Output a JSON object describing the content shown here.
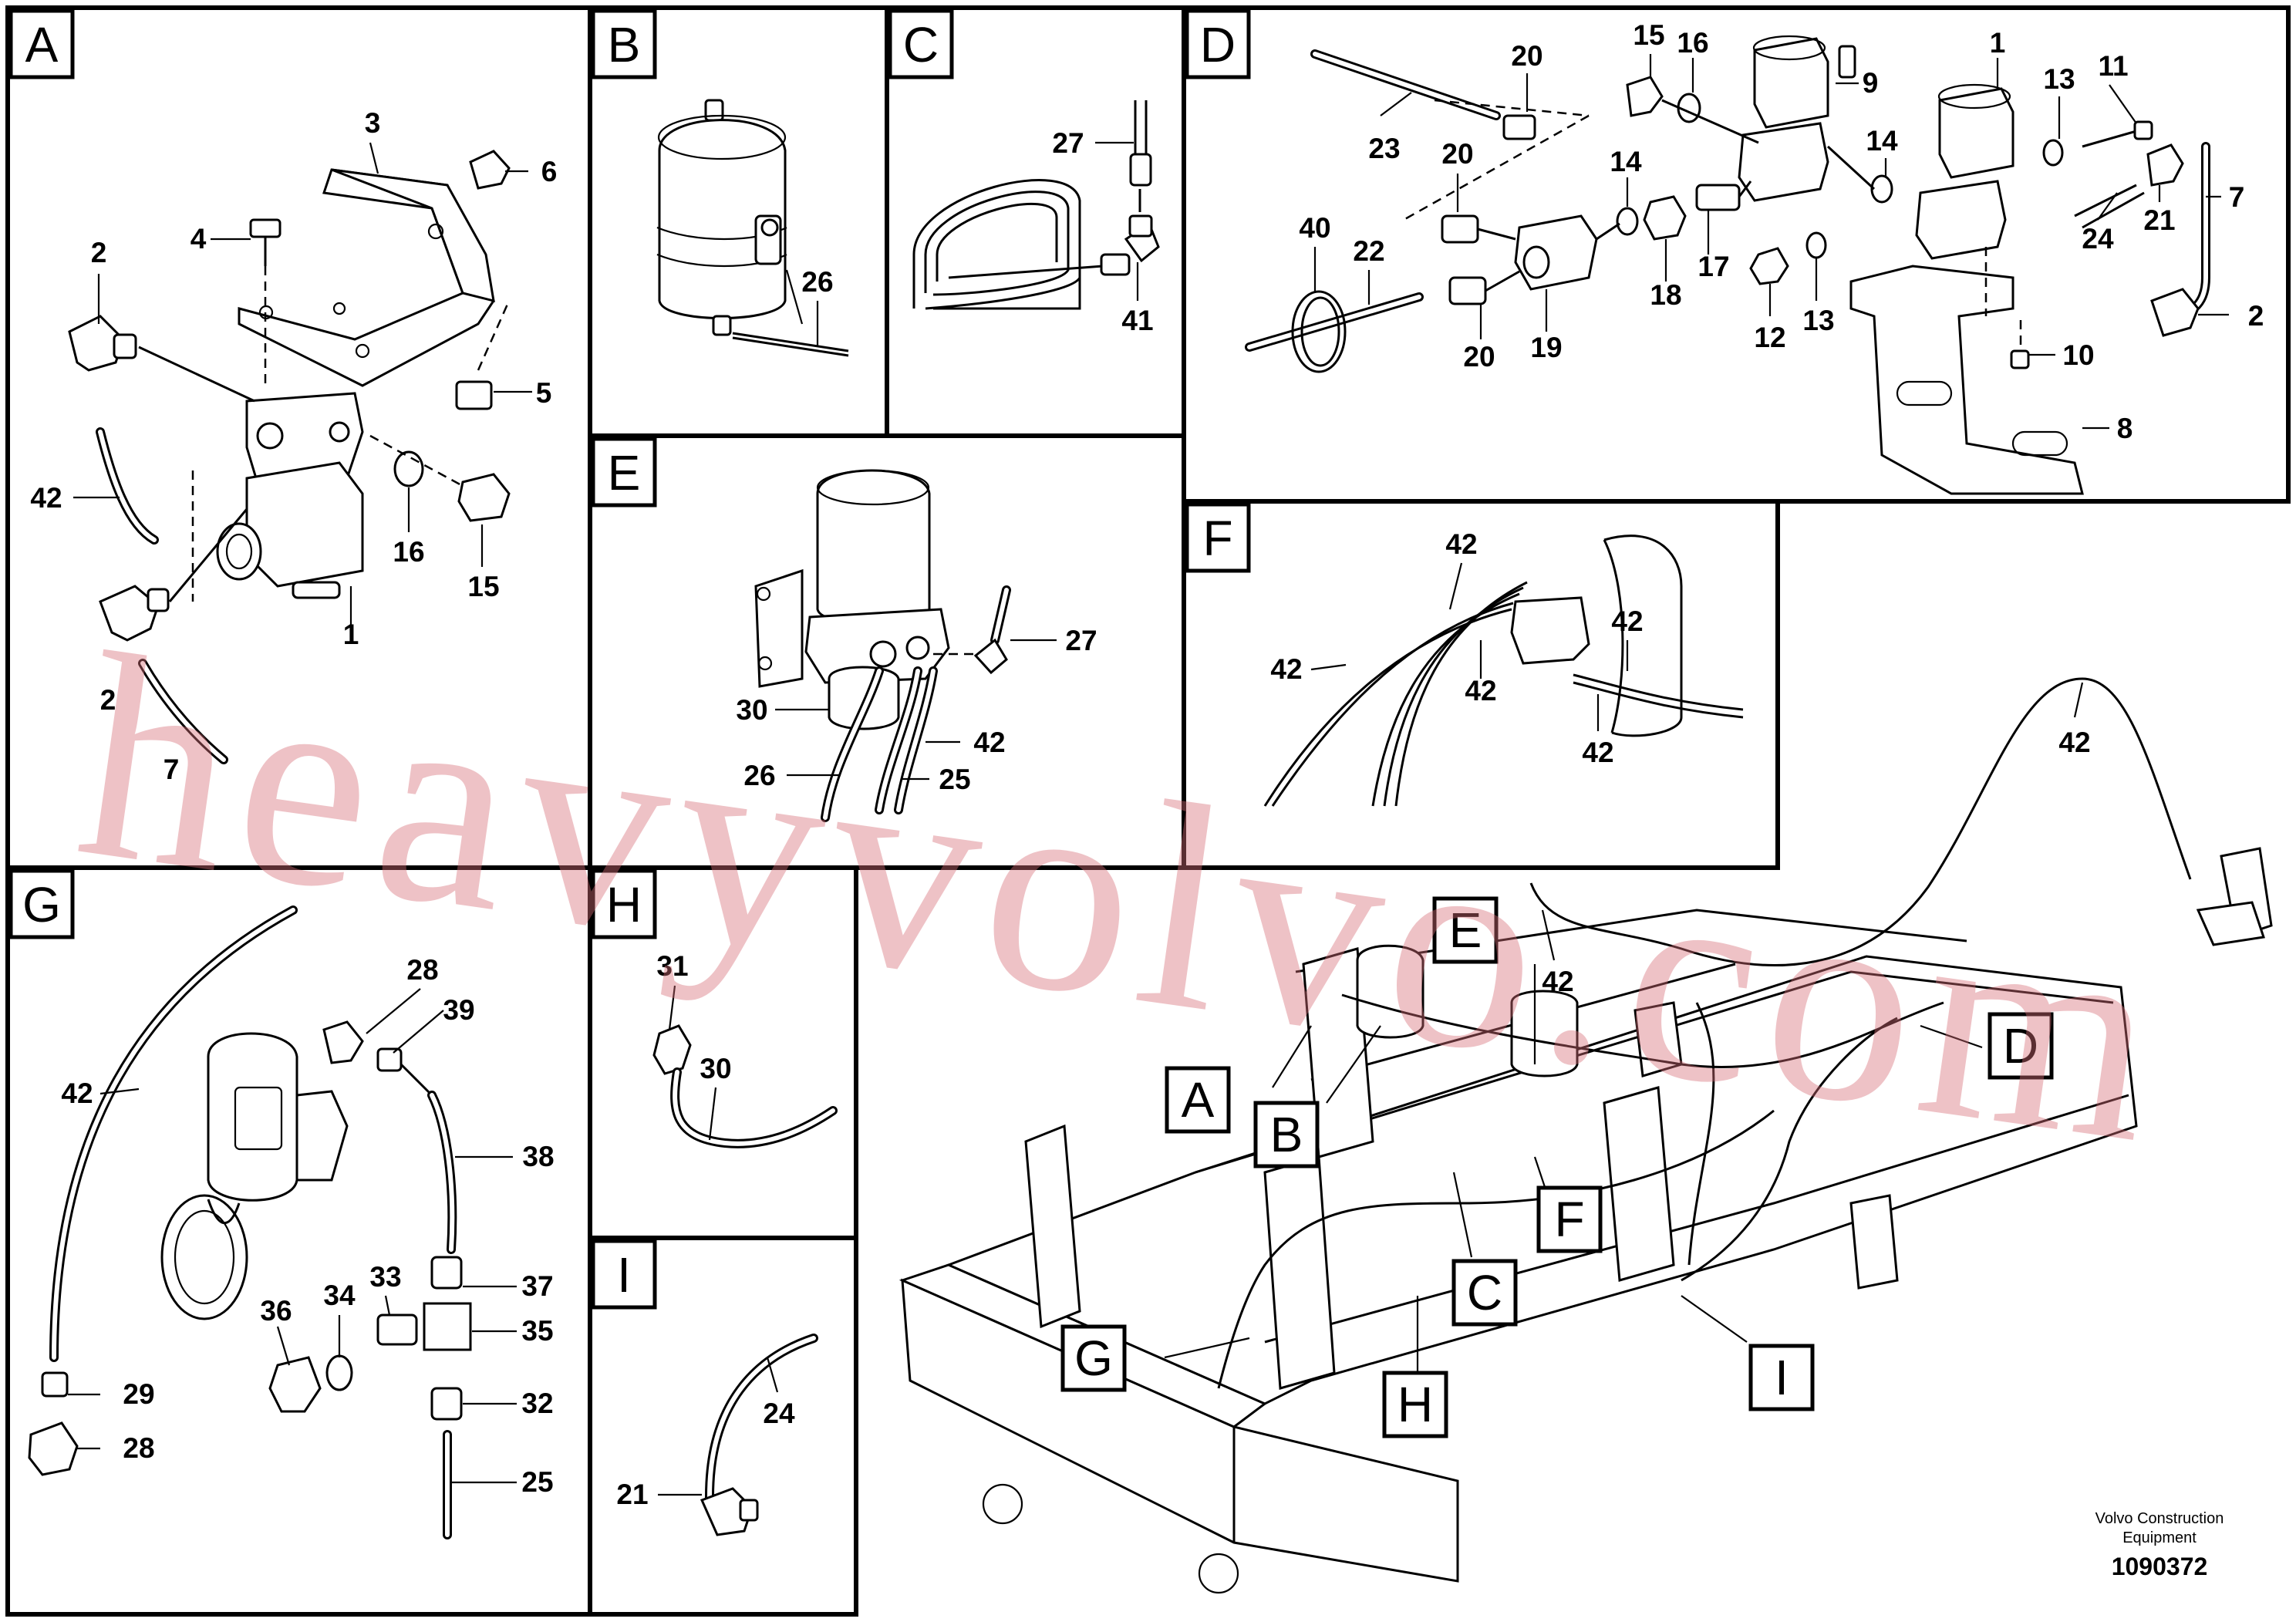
{
  "panels": [
    {
      "id": "A",
      "label": "A"
    },
    {
      "id": "B",
      "label": "B"
    },
    {
      "id": "C",
      "label": "C"
    },
    {
      "id": "D",
      "label": "D"
    },
    {
      "id": "E",
      "label": "E"
    },
    {
      "id": "F",
      "label": "F"
    },
    {
      "id": "G",
      "label": "G"
    },
    {
      "id": "H",
      "label": "H"
    },
    {
      "id": "I",
      "label": "I"
    }
  ],
  "callouts": {
    "A": [
      "3",
      "6",
      "4",
      "2",
      "5",
      "42",
      "16",
      "15",
      "1",
      "2",
      "7"
    ],
    "B": [
      "26"
    ],
    "C": [
      "27",
      "41"
    ],
    "D": [
      "20",
      "15",
      "16",
      "9",
      "1",
      "13",
      "11",
      "23",
      "20",
      "14",
      "14",
      "7",
      "24",
      "21",
      "40",
      "22",
      "18",
      "17",
      "12",
      "13",
      "2",
      "10",
      "20",
      "19",
      "8"
    ],
    "E": [
      "27",
      "30",
      "42",
      "26",
      "25"
    ],
    "F": [
      "42",
      "42",
      "42",
      "42",
      "42"
    ],
    "G": [
      "28",
      "39",
      "42",
      "38",
      "36",
      "34",
      "33",
      "37",
      "35",
      "29",
      "32",
      "28",
      "25"
    ],
    "H": [
      "31",
      "30"
    ],
    "I": [
      "24",
      "21"
    ],
    "overview": [
      "42",
      "42"
    ]
  },
  "overview_tags": [
    "E",
    "D",
    "A",
    "B",
    "F",
    "C",
    "G",
    "H",
    "I"
  ],
  "footer": {
    "company_line1": "Volvo Construction",
    "company_line2": "Equipment",
    "drawing_number": "1090372"
  },
  "watermark": "heavyvolvo.com"
}
